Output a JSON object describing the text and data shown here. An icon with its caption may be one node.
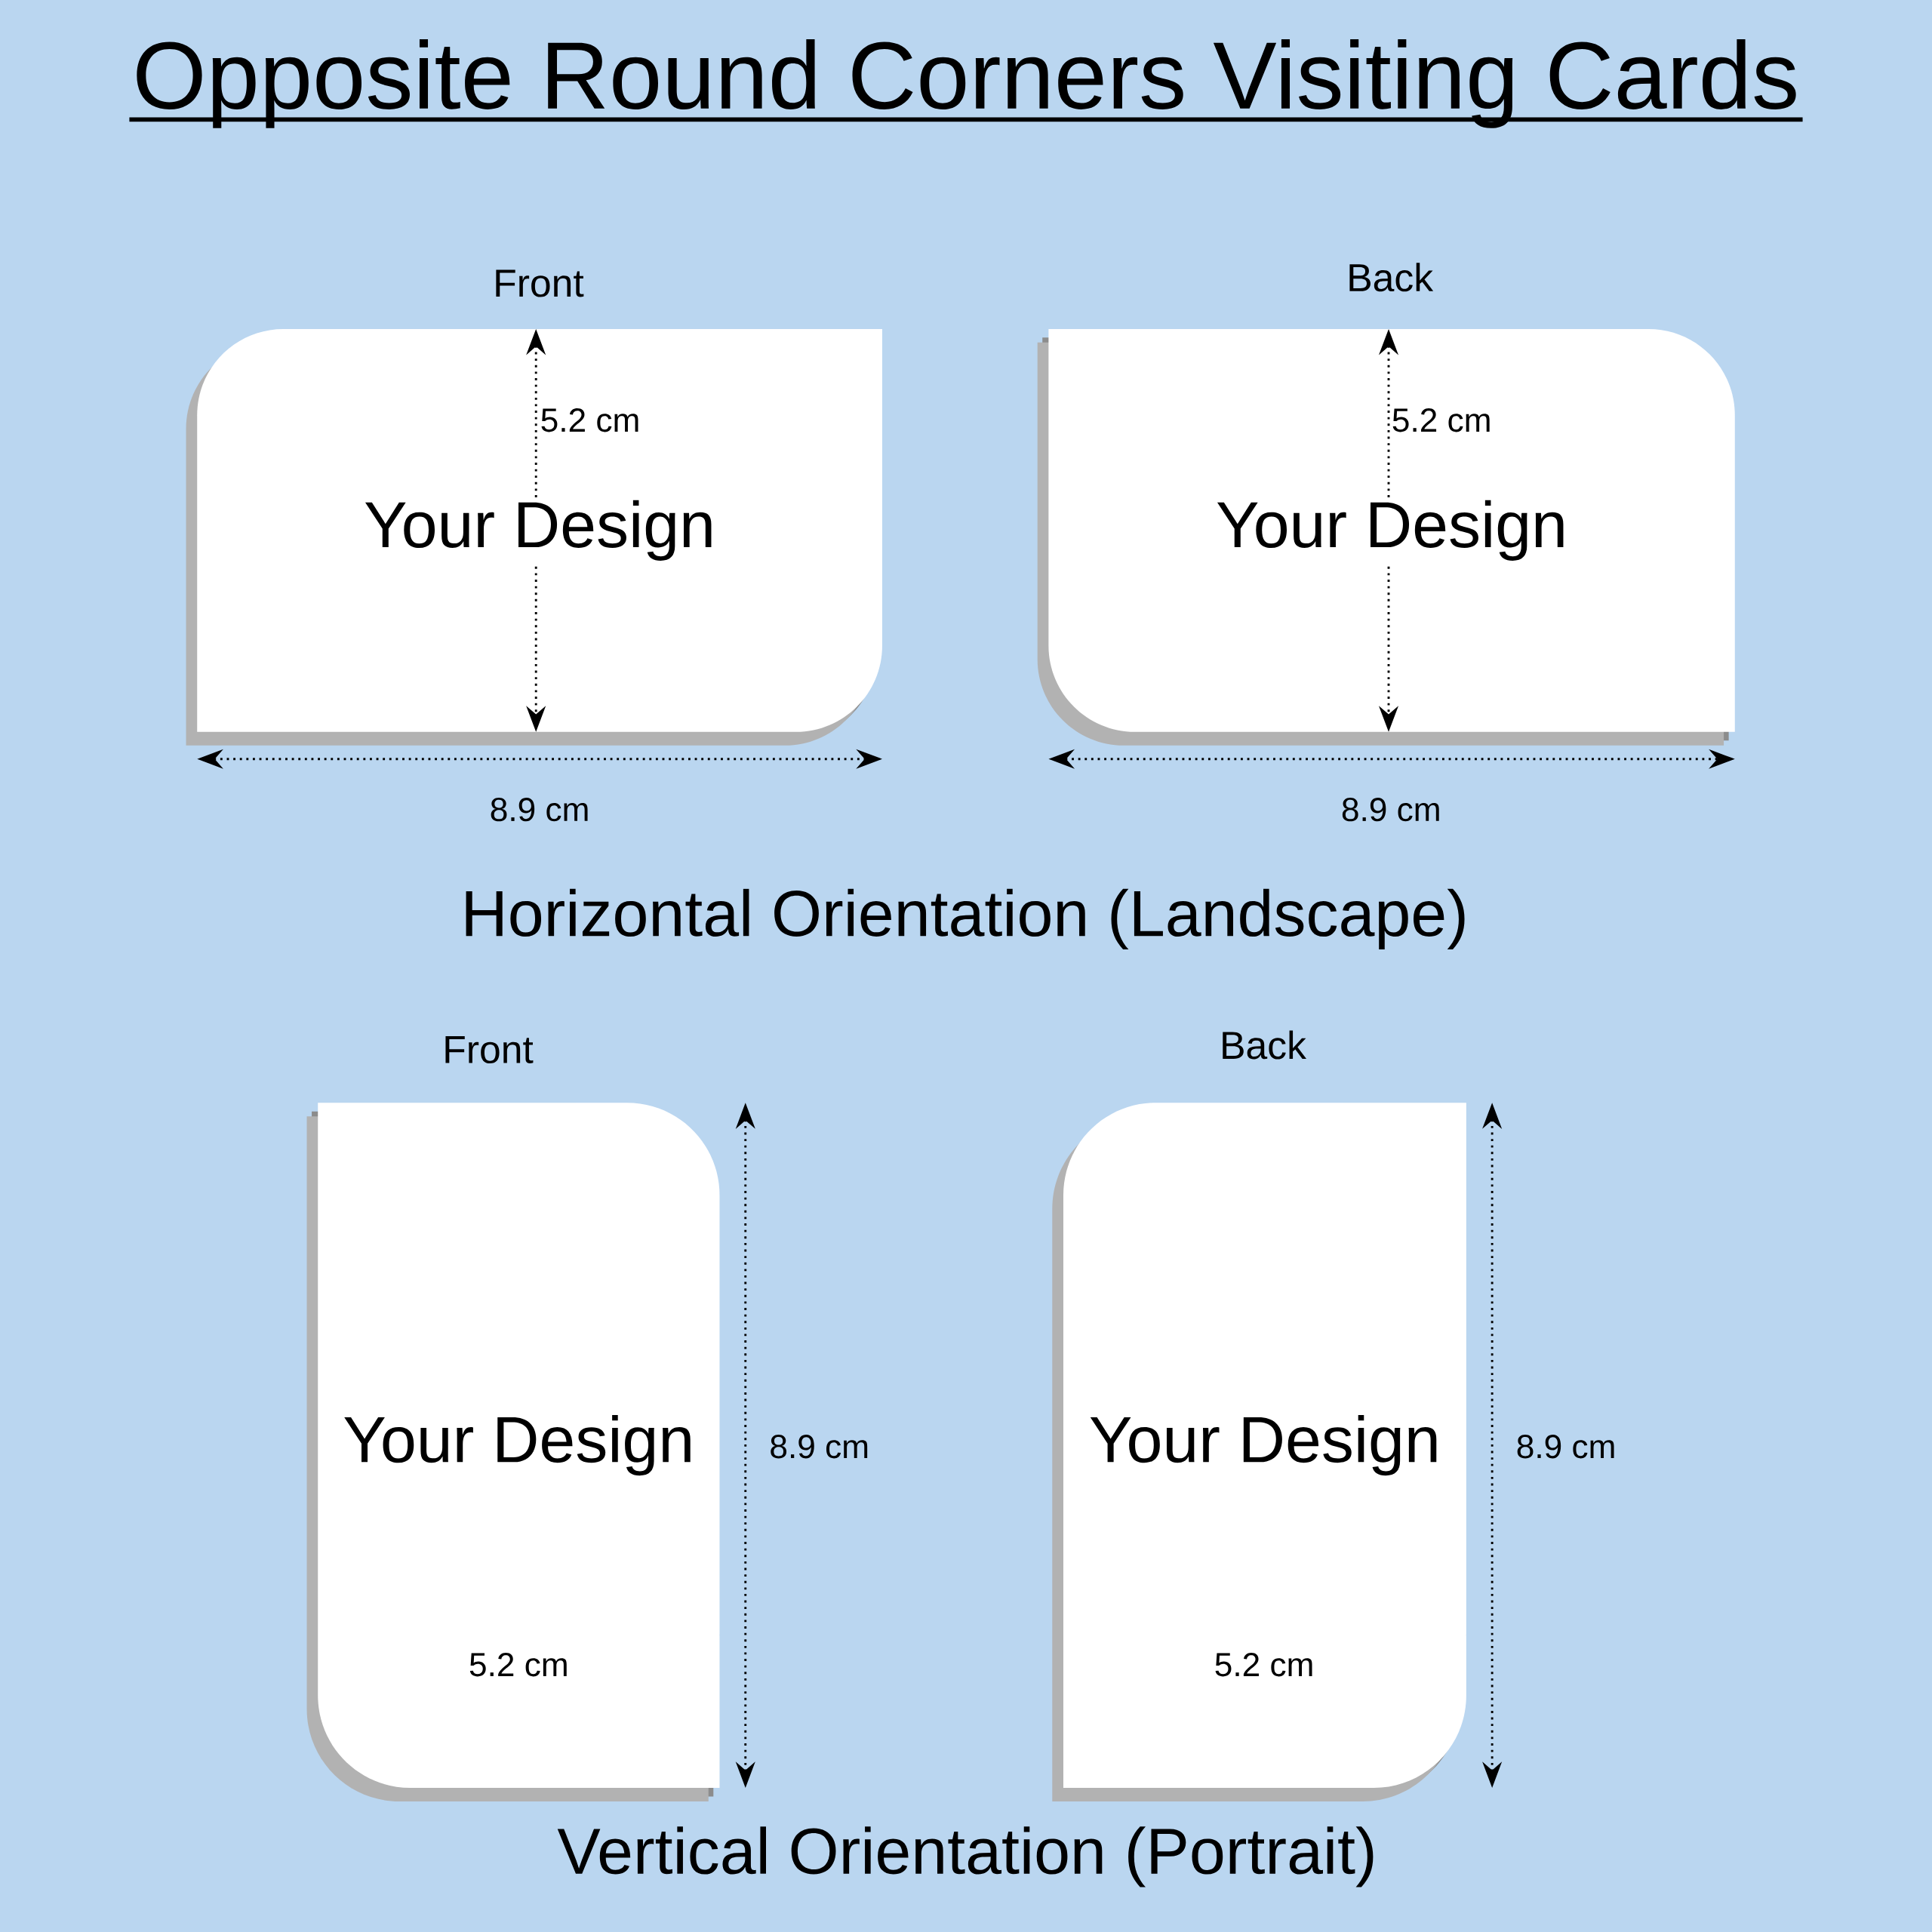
{
  "diagram": {
    "title": "Opposite Round Corners Visiting Cards",
    "nodes": [
      {
        "text": [
          "Front",
          "Your Design"
        ]
      },
      {
        "text": [
          "Back",
          "Your Design"
        ]
      },
      {
        "text": [
          "Front",
          "Your Design"
        ]
      },
      {
        "text": [
          "Back",
          "Your Design"
        ]
      }
    ],
    "labels": [
      "5.2 cm",
      "5.2 cm",
      "8.9 cm",
      "8.9 cm",
      "Horizontal Orientation (Landscape)",
      "8.9 cm",
      "8.9 cm",
      "5.2 cm",
      "5.2 cm",
      "Vertical Orientation (Portrait)"
    ]
  }
}
